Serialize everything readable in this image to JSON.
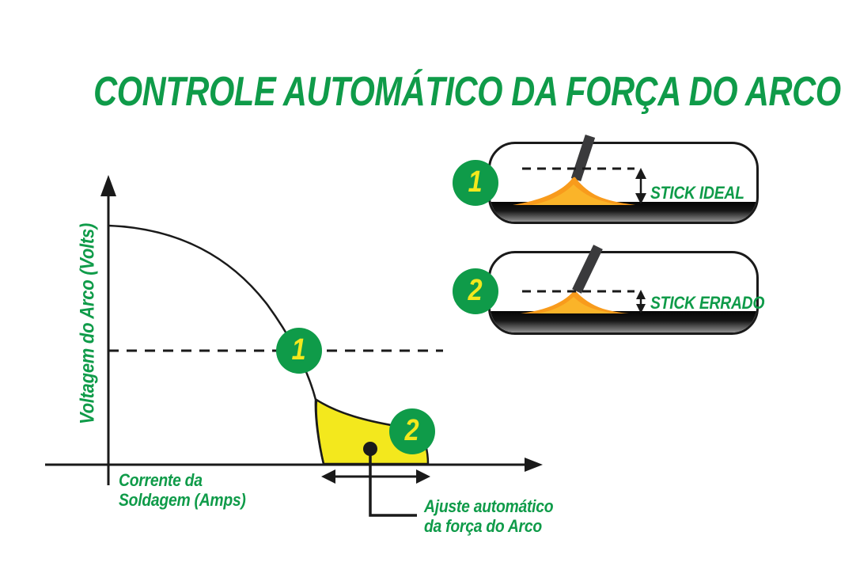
{
  "title": "CONTROLE AUTOMÁTICO DA FORÇA DO ARCO",
  "colors": {
    "green": "#0F9B49",
    "yellow": "#F3E81D",
    "flame_outer": "#F89B1C",
    "flame_inner": "#FAB429",
    "ink": "#1A1A1A",
    "electrode_gray": "#3A3A3C"
  },
  "graph": {
    "y_axis_label": "Voltagem do Arco (Volts)",
    "x_axis_label": [
      "Corrente da",
      "Soldagem (Amps)"
    ],
    "point_1": "1",
    "point_2": "2",
    "annotation": [
      "Ajuste automático",
      "da força do Arco"
    ]
  },
  "panels": [
    {
      "number": "1",
      "label": "STICK IDEAL"
    },
    {
      "number": "2",
      "label": "STICK ERRADO"
    }
  ]
}
